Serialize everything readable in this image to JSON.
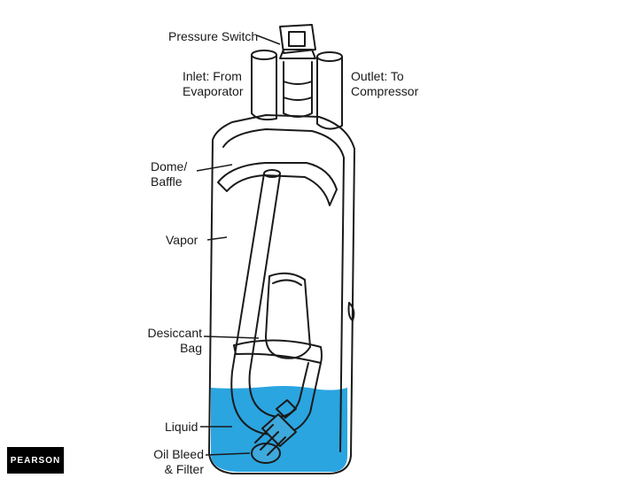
{
  "labels": {
    "pressure_switch": "Pressure Switch",
    "inlet_line1": "Inlet: From",
    "inlet_line2": "Evaporator",
    "outlet_line1": "Outlet: To",
    "outlet_line2": "Compressor",
    "dome_line1": "Dome/",
    "dome_line2": "Baffle",
    "vapor": "Vapor",
    "desiccant_line1": "Desiccant",
    "desiccant_line2": "Bag",
    "liquid": "Liquid",
    "oil_line1": "Oil Bleed",
    "oil_line2": "& Filter"
  },
  "logo": {
    "text": "PEARSON"
  },
  "colors": {
    "liquid": "#2aa5e0",
    "outline": "#1a1a1a",
    "filter": "#3da9dc"
  }
}
